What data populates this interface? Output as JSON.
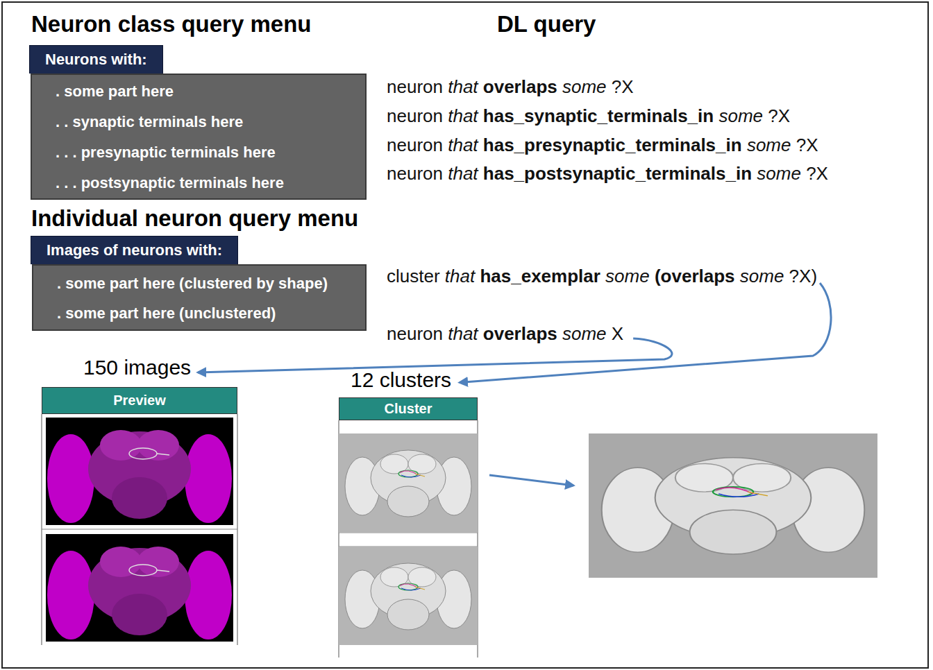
{
  "diagram": {
    "nodes": [
      {
        "text": [
          "Neurons with:",
          ". some part here",
          ". . synaptic terminals here",
          ". . . presynaptic terminals here",
          ". . . postsynaptic terminals here"
        ]
      },
      {
        "text": [
          "Images of neurons with:",
          ". some part here (clustered by shape)",
          ". some part here (unclustered)"
        ]
      },
      {
        "text": [
          "cluster that has_exemplar some (overlaps some ?X)"
        ]
      },
      {
        "text": [
          "neuron that overlaps some X"
        ]
      },
      {
        "text": [
          "150 images",
          "Preview"
        ]
      },
      {
        "text": [
          "12 clusters",
          "Cluster"
        ]
      }
    ],
    "edges": [
      {
        "from": 3,
        "to": 4,
        "arrow": "to"
      },
      {
        "from": 2,
        "to": 5,
        "arrow": "to"
      }
    ],
    "labels": [
      "Neuron class query menu",
      "DL query",
      "neuron that overlaps some ?X",
      "neuron that has_synaptic_terminals_in some ?X",
      "neuron that has_presynaptic_terminals_in some ?X",
      "neuron that has_postsynaptic_terminals_in some ?X",
      "Individual neuron query menu"
    ]
  }
}
